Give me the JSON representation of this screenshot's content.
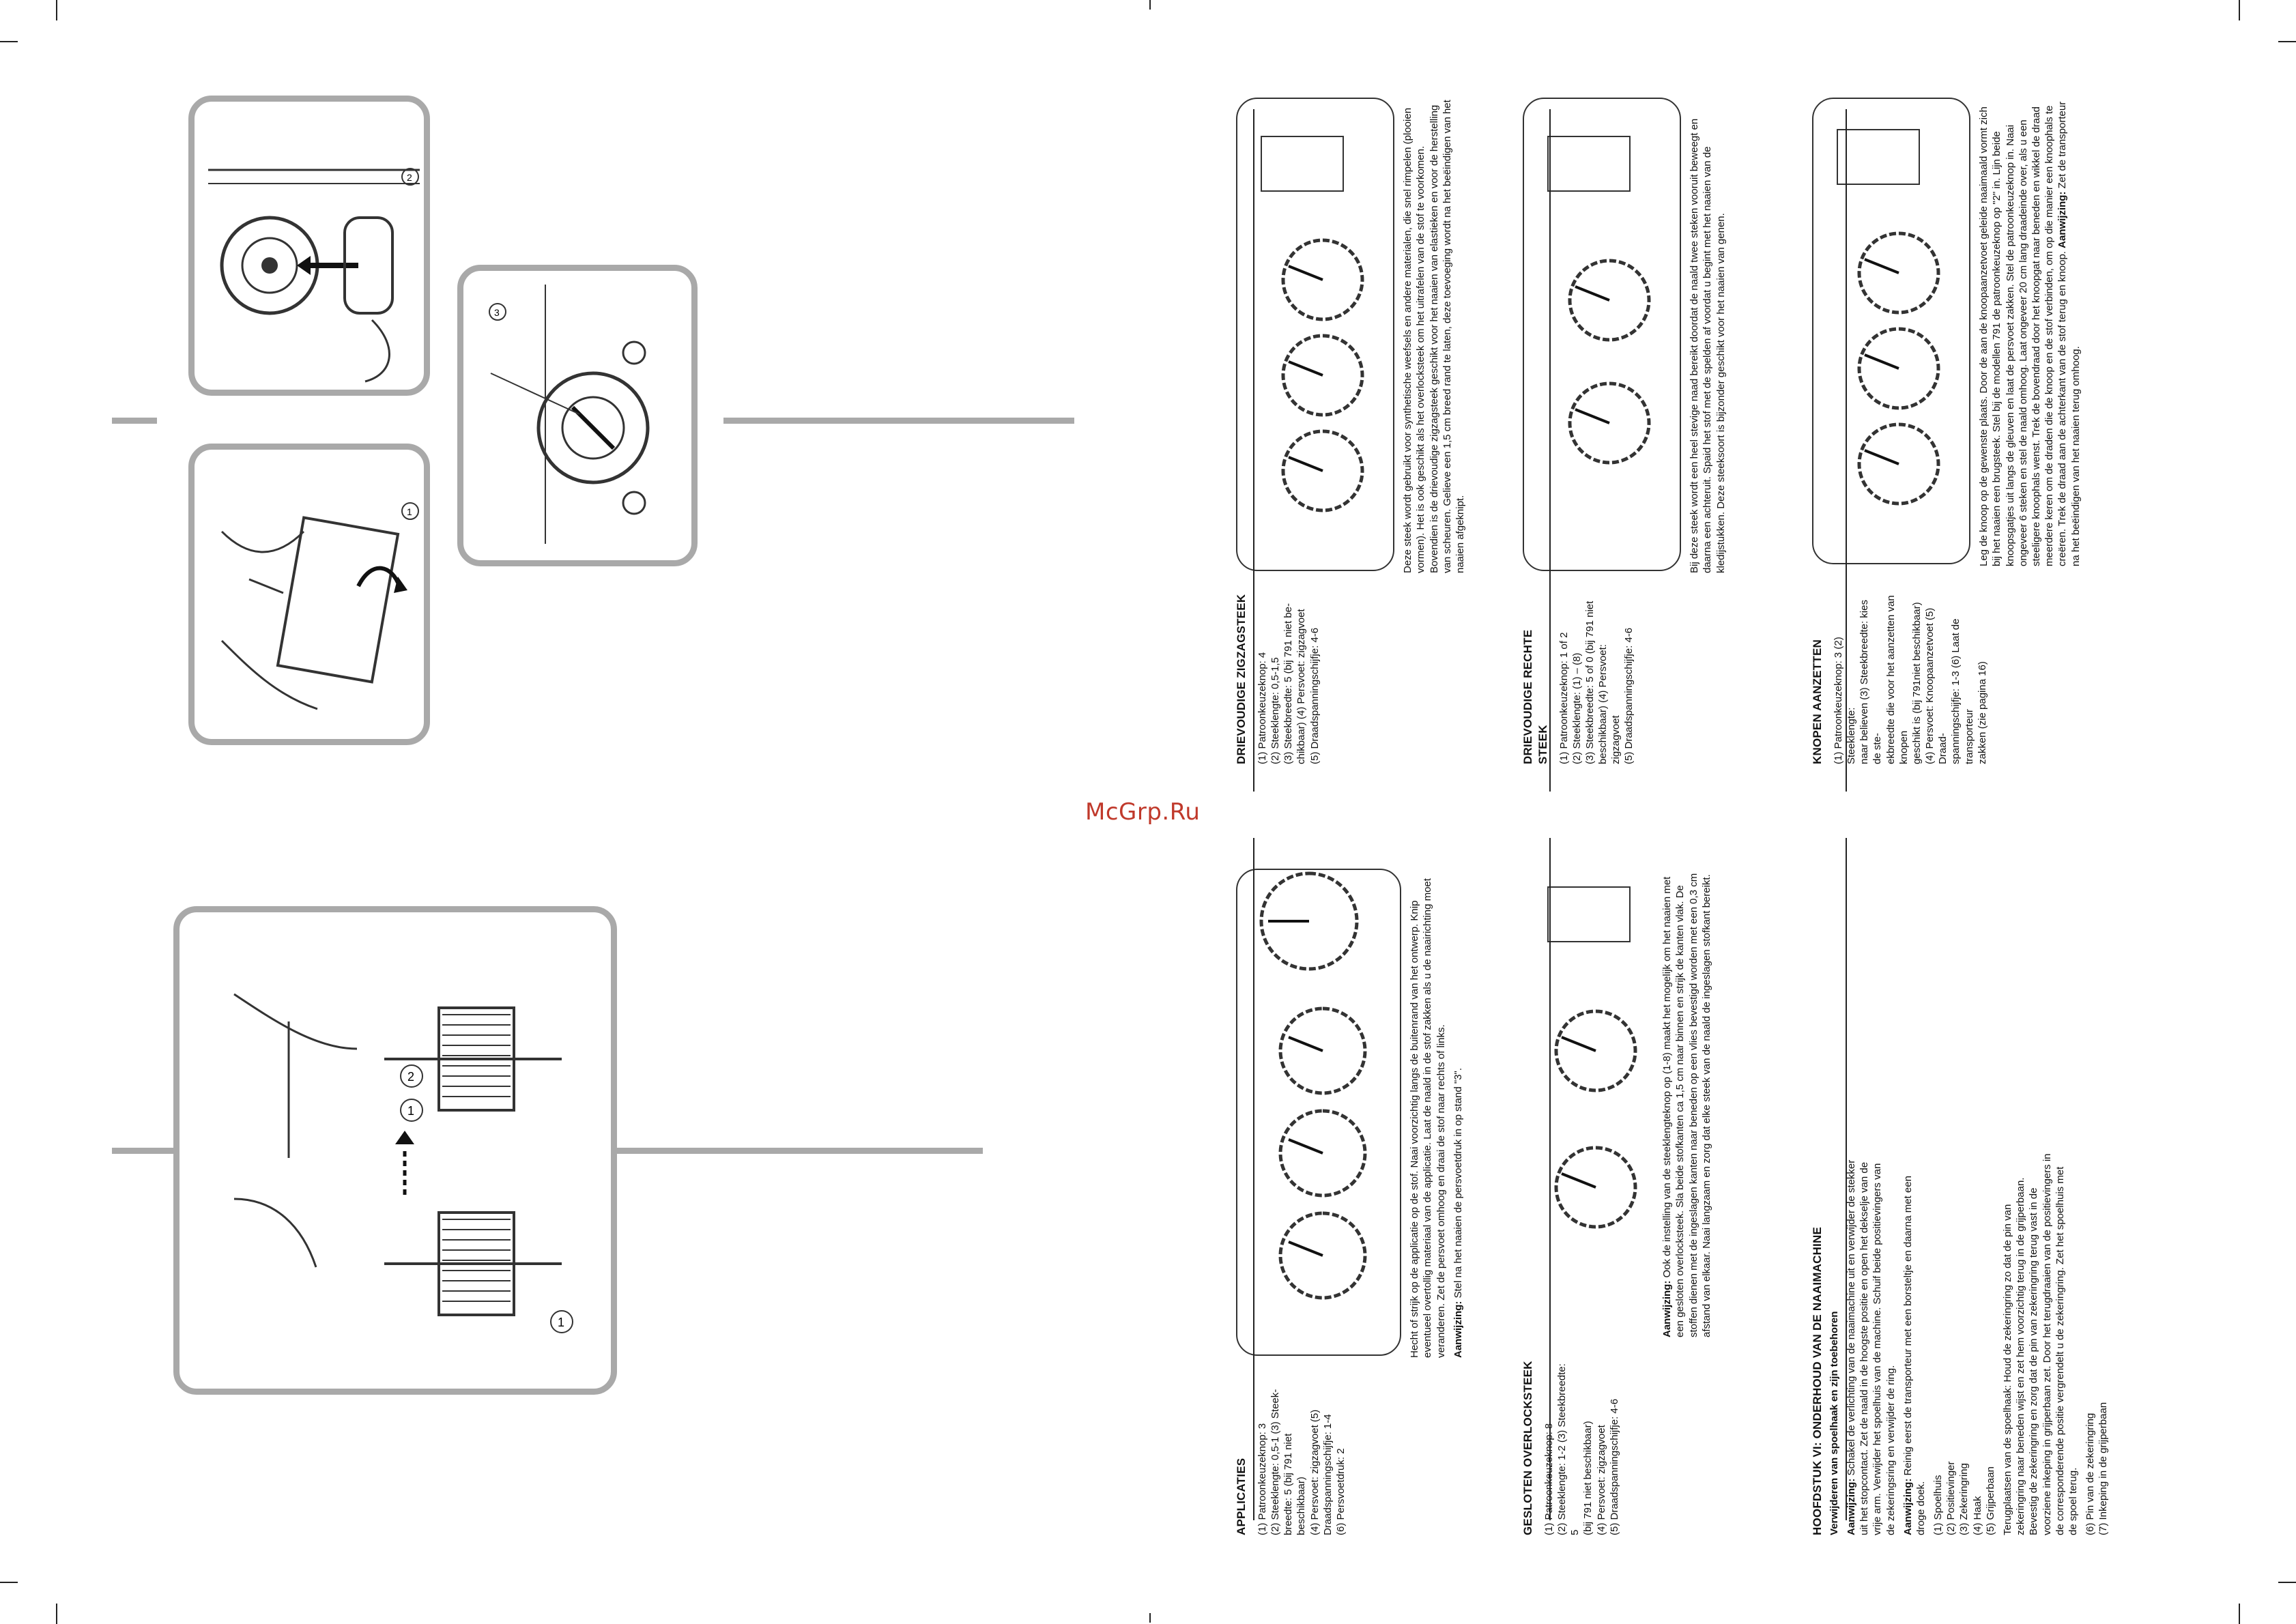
{
  "watermark": "McGrp.Ru",
  "callouts": [
    "1",
    "2",
    "3"
  ],
  "sections": {
    "applicaties": {
      "title": "APPLICATIES",
      "settings": [
        "(1) Patroonkeuzeknop: 3",
        "(2) Steeklengte: 0,5-1 (3) Steek-",
        "breedte: 5 (bij 791 niet beschikbaar)",
        "(4) Persvoet: zigzagvoet (5)",
        "Draadspanningschijfje: 1-4",
        "(6) Persvoetdruk: 2"
      ],
      "body": "Hecht of strijk op de applicatie op de stof. Naai voorzichtig langs de buitenrand van het ontwerp. Knip eventueel overtollig materiaal van de applicatie. Laat de naald in de stof zakken als u de naairichting moet veranderen. Zet de persvoet omhoog en draai de stof naar rechts of links.",
      "note_label": "Aanwijzing:",
      "note": "Stel na het naaien de persvoetdruk in op stand \"3\"."
    },
    "overlock": {
      "title": "GESLOTEN OVERLOCKSTEEK",
      "settings": [
        "(1) Patroonkeuzeknop: 8",
        "(2) Steeklengte: 1-2 (3) Steekbreedte: 5",
        "(bij 791 niet beschikbaar)",
        "(4) Persvoet: zigzagvoet",
        "(5) Draadspanningschijfje: 4-6"
      ],
      "note_label": "Aanwijzing:",
      "body": "Ook de instelling van de steeklengteknop op (1-8) maakt het mogelijk om het naaien met een gesloten overlocksteek. Sla beide stofkanten ca 1,5 cm naar binnen en strijk de kanten vlak. De stoffen dienen met de ingeslagen kanten naar beneden op een vlies bevestigd worden met een 0,3 cm afstand van elkaar. Naai langzaam en zorg dat elke steek van de naald de ingeslagen stofkant bereikt."
    },
    "onderhoud": {
      "title": "HOOFDSTUK VI: ONDERHOUD VAN DE NAAIMACHINE",
      "subtitle": "Verwijderen van spoelhaak en zijn toebehoren",
      "note1_label": "Aanwijzing:",
      "note1": "Schakel de verlichting van de naaimachine uit en verwijder de stekker uit het stopcontact. Zet de naald in de hoogste positie en open het dekselje van de vrije arm. Verwijder het spoelhuis van de machine. Schuif beide positievingers van de zekeringsring en verwijder de ring.",
      "note2_label": "Aanwijzing:",
      "note2": "Reinig eerst de transporteur met een borsteltje en daarna met een droge doek.",
      "parts": [
        "(1) Spoelhuis",
        "(2) Positievinger",
        "(3) Zekeringring",
        "(4) Haak",
        "(5) Grijperbaan"
      ],
      "body": "Terugplaatsen van de spoelhaak: Houd de zekeringring zo dat de pin van zekeringring naar beneden wijst en zet hem voorzichtig terug in de grijperbaan. Bevestig de zekeringring en zorg dat de pin van zekeringring terug vast in de voorziene inkeping in grijperbaan zet. Door het terugdraaien van de positievingers in de corresponderende positie vergrendelt u de zekeringring. Zet het spoelhuis met de spoel terug.",
      "parts2": [
        "(6) Pin van de zekeringring",
        "(7) Inkeping in de grijperbaan"
      ]
    },
    "zigzag": {
      "title": "DRIEVOUDIGE ZIGZAGSTEEK",
      "settings": [
        "(1) Patroonkeuzeknop: 4",
        "(2) Steeklengte: 0,5-1,5",
        "(3) Steekbreedte: 5 (bij 791 niet be-",
        "chikbaar) (4) Persvoet: zigzagvoet",
        "(5) Draadspanningschijfje: 4-6"
      ],
      "body": "Deze steek wordt gebruikt voor synthetische weefsels en andere materialen, die snel rimpelen (plooien vormen). Het is ook geschikt als het overlocksteek om het uitrafelen van de stof te voorkomen. Bovendien is de drievoudige zigzagsteek geschikt voor het naaien van elastieken en voor de herstelling van scheuren. Gelieve een 1,5 cm breed rand te laten, deze toevoeging wordt na het beëindigen van het naaien afgeknipt."
    },
    "recht": {
      "title": "DRIEVOUDIGE RECHTE STEEK",
      "settings": [
        "(1) Patroonkeuzeknop: 1 of 2",
        "(2) Steeklengte: (1) – (8)",
        "(3) Steekbreedte: 5 of 0 (bij 791 niet",
        "beschikbaar) (4) Persvoet: zigzagvoet",
        "(5) Draadspanningschijfje: 4-6"
      ],
      "body": "Bij deze steek wordt een heel stevige naad bereikt doordat de naald twee steken vooruit beweegt en daarna een achteruit. Spaid het stof met de spelden af voordat u begint met het naaien van de kledijstukken. Deze steeksoort is bijzonder geschikt voor het naaien van genen."
    },
    "knopen": {
      "title": "KNOPEN AANZETTEN",
      "settings": [
        "(1) Patroonkeuzeknop: 3 (2) Steeklengte:",
        "naar believen (3) Steekbreedte: kies de ste-",
        "ekbreedte die voor het aanzetten van knopen",
        "geschikt is (bij 791niet beschikbaar)",
        "(4) Persvoet: Knoopaanzetvoet (5) Draad-",
        "spanningschijfje: 1-3 (6) Laat de transporteur",
        "zakken (zie pagina 16)"
      ],
      "body": "Leg de knoop op de gewenste plaats. Door de aan de knoopaanzetvoet geleide naaimaald vormt zich bij het naaien een brugsteek. Stel bij de modellen 791 de patroonkeuzeknop op \"2\" in. Lijn beide knoopsgatjes uit langs de gleuven en laat de persvoet zakken. Stel de patroonkeuzeknop in. Naai ongeveer 6 steken en stel de naald omhoog. Laat ongeveer 20 cm lang draadeinde over, als u een steeligere knoophals wenst. Trek de bovendraad door het knoopgat naar beneden en wikkel de draad meerdere keren om de draden die de knoop en de stof verbinden, om op die manier een knoophals te creëren. Trek de draad aan de achterkant van de stof terug en knoop.",
      "note_label": "Aanwijzing:",
      "note": "Zet de transporteur na het beëindigen van het naaien terug omhoog."
    }
  }
}
